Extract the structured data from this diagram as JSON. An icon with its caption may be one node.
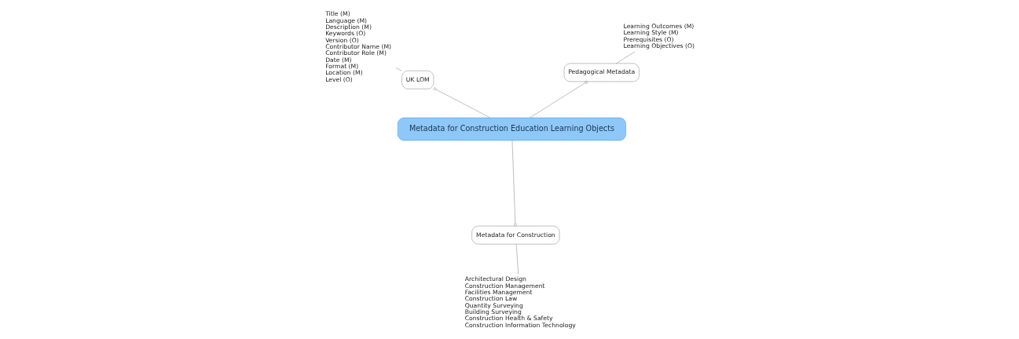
{
  "diagram": {
    "nodes": [
      {
        "text": [
          "Metadata for Construction Education Learning Objects"
        ]
      },
      {
        "text": [
          "Pedagogical Metadata"
        ]
      },
      {
        "text": [
          "Learning Outcomes (M)",
          "Learning Style (M)",
          "Prerequisites (O)",
          "Learning Objectives (O)"
        ]
      },
      {
        "text": [
          "UK LOM"
        ]
      },
      {
        "text": [
          "Title (M)",
          "Language (M)",
          "Description (M)",
          "Keywords (O)",
          "Version (O)",
          "Contributor Name (M)",
          "Contributor Role (M)",
          "Date (M)",
          "Format (M)",
          "Location (M)",
          "Level (O)"
        ]
      },
      {
        "text": [
          "Metadata for Construction"
        ]
      },
      {
        "text": [
          "Architectural Design",
          "Construction Management",
          "Facilities Management",
          "Construction Law",
          "Quantity Surveying",
          "Building Surveying",
          "Construction Health & Safety",
          "Construction Information Technology"
        ]
      }
    ],
    "edges": [
      {
        "from": 0,
        "to": 1,
        "arrow": "other"
      },
      {
        "from": 1,
        "to": 2,
        "arrow": "none"
      },
      {
        "from": 0,
        "to": 3,
        "arrow": "other"
      },
      {
        "from": 3,
        "to": 4,
        "arrow": "none"
      },
      {
        "from": 0,
        "to": 5,
        "arrow": "other"
      },
      {
        "from": 5,
        "to": 6,
        "arrow": "none"
      }
    ]
  }
}
